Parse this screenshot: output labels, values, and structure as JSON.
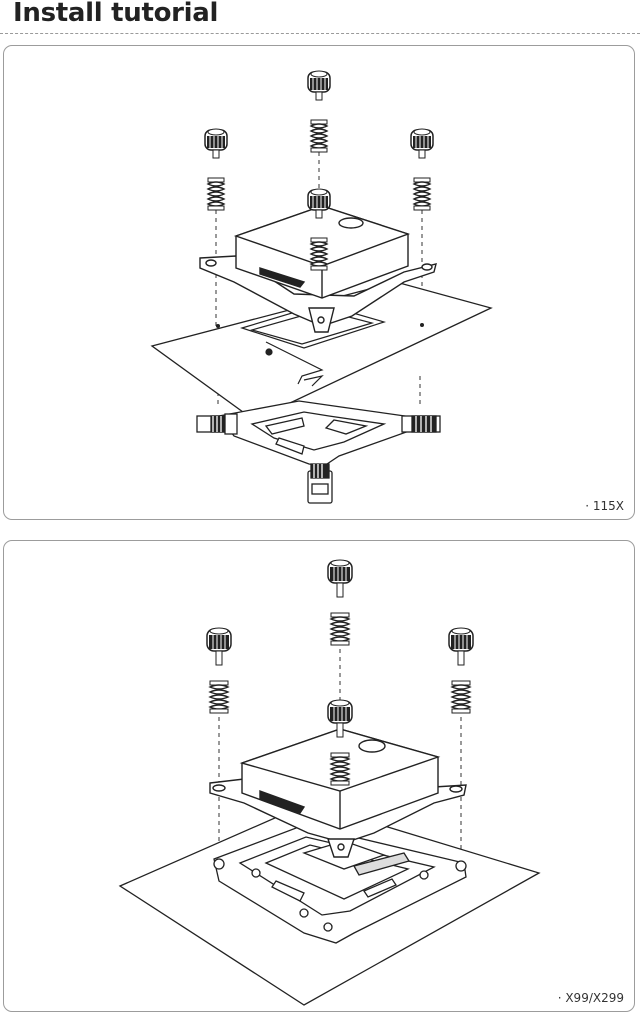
{
  "page": {
    "title": "Install tutorial"
  },
  "panels": [
    {
      "socket_label": "· 115X"
    },
    {
      "socket_label": "· X99/X299"
    }
  ]
}
